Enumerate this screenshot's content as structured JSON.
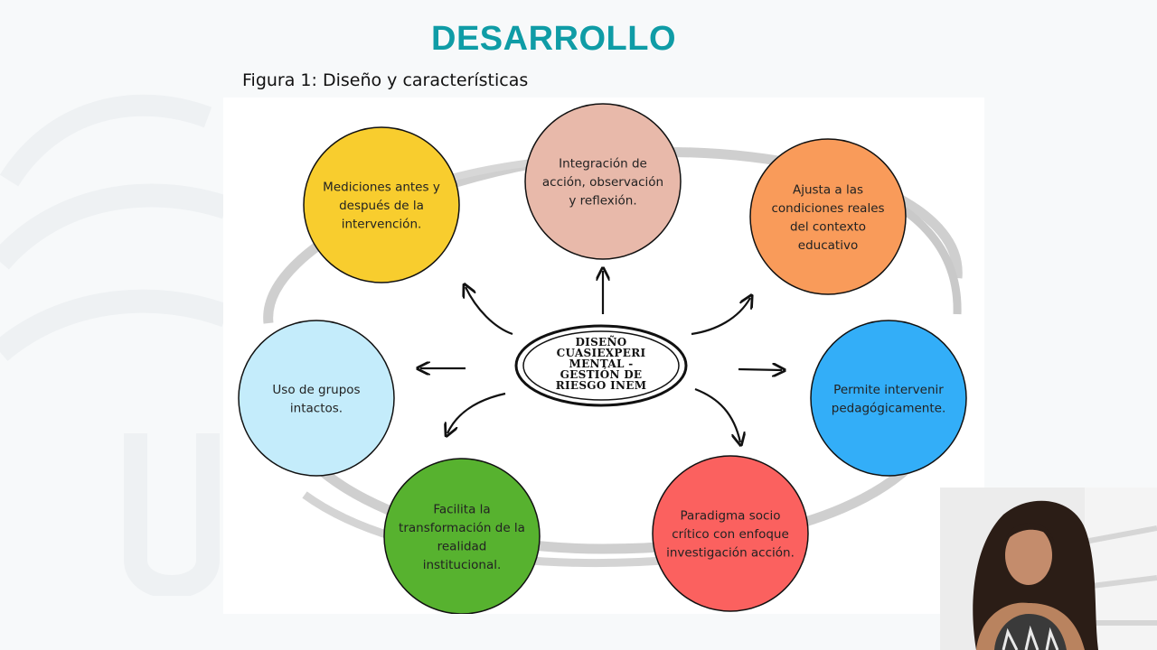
{
  "slide": {
    "title": "DESARROLLO",
    "caption": "Figura 1: Diseño y características"
  },
  "diagram": {
    "center": {
      "lines": [
        "DISEÑO",
        "CUASIEXPERI",
        "MENTAL -",
        "GESTIÓN DE",
        "RIESGO INEM"
      ]
    },
    "nodes": [
      {
        "id": "mediciones",
        "color": "#f8cd2e",
        "lines": [
          "Mediciones antes y",
          "después de la",
          "intervención."
        ]
      },
      {
        "id": "integracion",
        "color": "#e8b9aa",
        "lines": [
          "Integración de",
          "acción, observación",
          "y reflexión."
        ]
      },
      {
        "id": "ajusta",
        "color": "#f99b5a",
        "lines": [
          "Ajusta a las",
          "condiciones reales",
          "del contexto",
          "educativo"
        ]
      },
      {
        "id": "grupos",
        "color": "#c4ecfb",
        "lines": [
          "Uso de grupos",
          "intactos."
        ]
      },
      {
        "id": "permite",
        "color": "#33aef8",
        "lines": [
          "Permite intervenir",
          "pedagógicamente."
        ]
      },
      {
        "id": "facilita",
        "color": "#57b22f",
        "lines": [
          "Facilita la",
          "transformación de la",
          "realidad",
          "institucional."
        ]
      },
      {
        "id": "paradigma",
        "color": "#fb615f",
        "lines": [
          "Paradigma socio",
          "crítico con enfoque",
          "investigación acción."
        ]
      }
    ]
  }
}
